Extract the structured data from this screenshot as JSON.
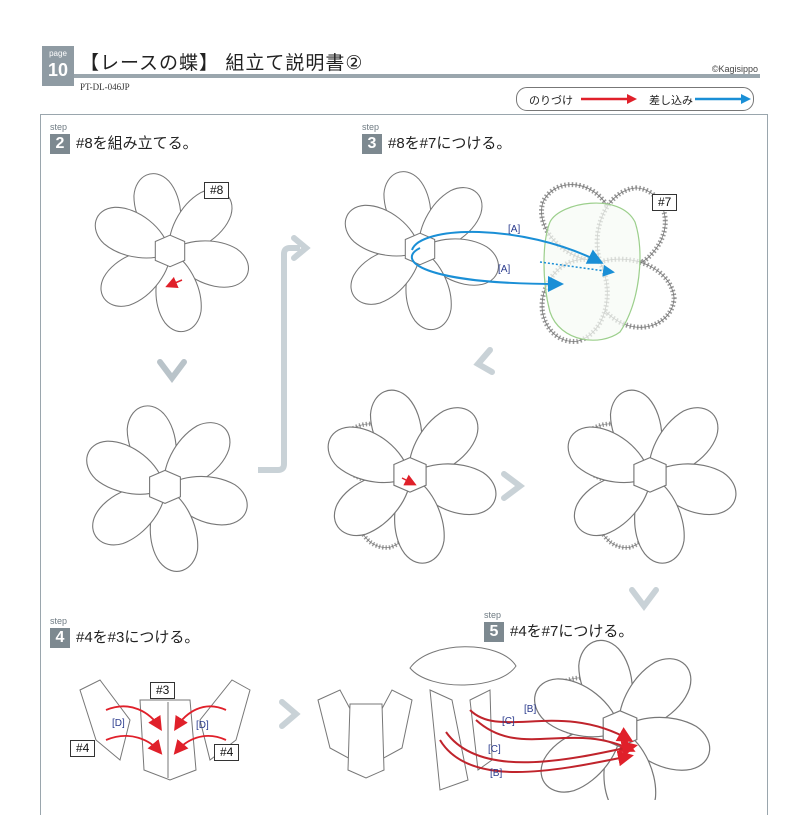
{
  "header": {
    "page_word": "page",
    "page_number": "10",
    "title": "【レースの蝶】 組立て説明書②",
    "copyright": "©Kagisippo",
    "product_code": "PT-DL-046JP"
  },
  "legend": {
    "glue_label": "のりづけ",
    "insert_label": "差し込み",
    "glue_color": "#e0202a",
    "insert_color": "#1a8fd6"
  },
  "steps": [
    {
      "word": "step",
      "number": "2",
      "text": "#8を組み立てる。"
    },
    {
      "word": "step",
      "number": "3",
      "text": "#8を#7につける。"
    },
    {
      "word": "step",
      "number": "4",
      "text": "#4を#3につける。"
    },
    {
      "word": "step",
      "number": "5",
      "text": "#4を#7につける。"
    }
  ],
  "part_labels": {
    "p8": "#8",
    "p7": "#7",
    "p3": "#3",
    "p4_left": "#4",
    "p4_right": "#4"
  },
  "tags": {
    "a1": "[A]",
    "a2": "[A]",
    "d1": "[D]",
    "d2": "[D]",
    "b1": "[B]",
    "b2": "[B]",
    "c1": "[C]",
    "c2": "[C]"
  }
}
